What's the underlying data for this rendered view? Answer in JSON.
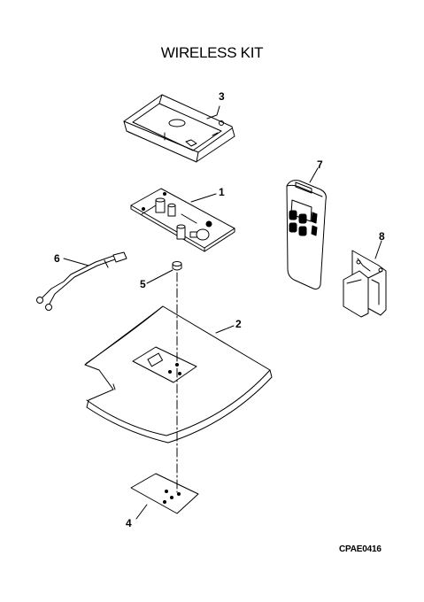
{
  "title": "WIRELESS KIT",
  "figure_code": "CPAE0416",
  "parts": [
    {
      "callout": "1",
      "item": "control-board"
    },
    {
      "callout": "2",
      "item": "cover-panel"
    },
    {
      "callout": "3",
      "item": "receiver-case"
    },
    {
      "callout": "4",
      "item": "label-plate"
    },
    {
      "callout": "5",
      "item": "screw"
    },
    {
      "callout": "6",
      "item": "wire-harness"
    },
    {
      "callout": "7",
      "item": "remote-controller"
    },
    {
      "callout": "8",
      "item": "remote-holder"
    }
  ]
}
